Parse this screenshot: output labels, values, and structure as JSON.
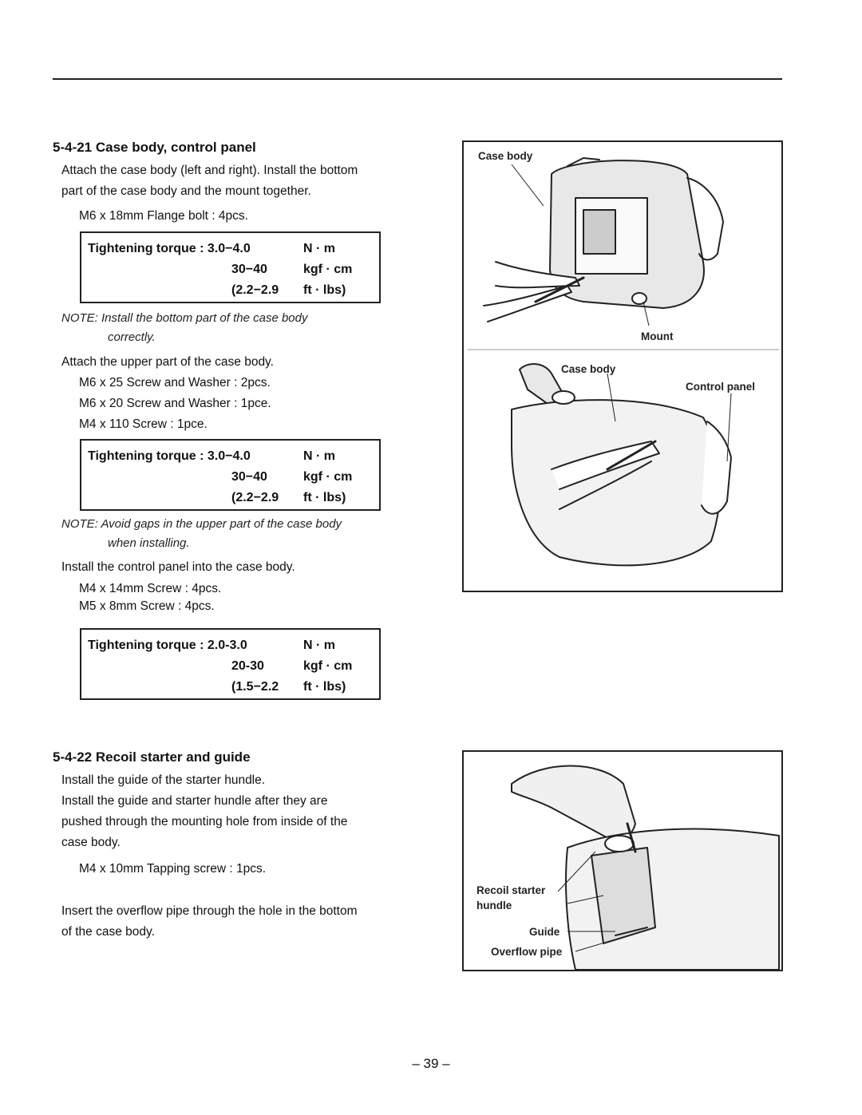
{
  "section1": {
    "heading": "5-4-21 Case body, control panel",
    "para1_line1": "Attach the case body (left and right). Install the bottom",
    "para1_line2": "part of the case body and the mount together.",
    "spec1": "M6 x 18mm Flange bolt : 4pcs.",
    "torque1": {
      "label": "Tightening torque : 3.0−4.0",
      "u1": "N · m",
      "v2": "30−40",
      "u2": "kgf · cm",
      "v3": "(2.2−2.9",
      "u3": "ft · lbs)"
    },
    "note1_line1": "NOTE: Install the bottom part of the case body",
    "note1_line2": "correctly.",
    "para2": "Attach the upper part of the case body.",
    "spec2a": "M6 x 25 Screw and Washer : 2pcs.",
    "spec2b": "M6 x 20 Screw and Washer : 1pce.",
    "spec2c": "M4 x 110 Screw : 1pce.",
    "torque2": {
      "label": "Tightening torque : 3.0−4.0",
      "u1": "N · m",
      "v2": "30−40",
      "u2": "kgf · cm",
      "v3": "(2.2−2.9",
      "u3": "ft · lbs)"
    },
    "note2_line1": "NOTE: Avoid gaps in the upper part of the case body",
    "note2_line2": "when installing.",
    "para3": "Install the control panel into the case body.",
    "spec3a": "M4 x 14mm Screw : 4pcs.",
    "spec3b": "M5 x 8mm Screw : 4pcs.",
    "torque3": {
      "label": "Tightening torque : 2.0-3.0",
      "u1": "N · m",
      "v2": "20-30",
      "u2": "kgf · cm",
      "v3": "(1.5−2.2",
      "u3": "ft · lbs)"
    }
  },
  "section2": {
    "heading": "5-4-22 Recoil starter and guide",
    "para1": "Install the guide of the starter hundle.",
    "para2_line1": "Install the guide and starter hundle after they are",
    "para2_line2": "pushed through the mounting hole from inside of the",
    "para2_line3": "case body.",
    "spec1": "M4 x 10mm Tapping screw : 1pcs.",
    "para3_line1": "Insert the overflow pipe through the hole in the bottom",
    "para3_line2": "of the case body."
  },
  "figure1": {
    "label_case_body": "Case body",
    "label_mount": "Mount",
    "label_case_body2": "Case body",
    "label_control_panel": "Control panel"
  },
  "figure2": {
    "label_recoil_1": "Recoil starter",
    "label_recoil_2": "hundle",
    "label_guide": "Guide",
    "label_overflow": "Overflow pipe"
  },
  "page_number": "– 39 –"
}
